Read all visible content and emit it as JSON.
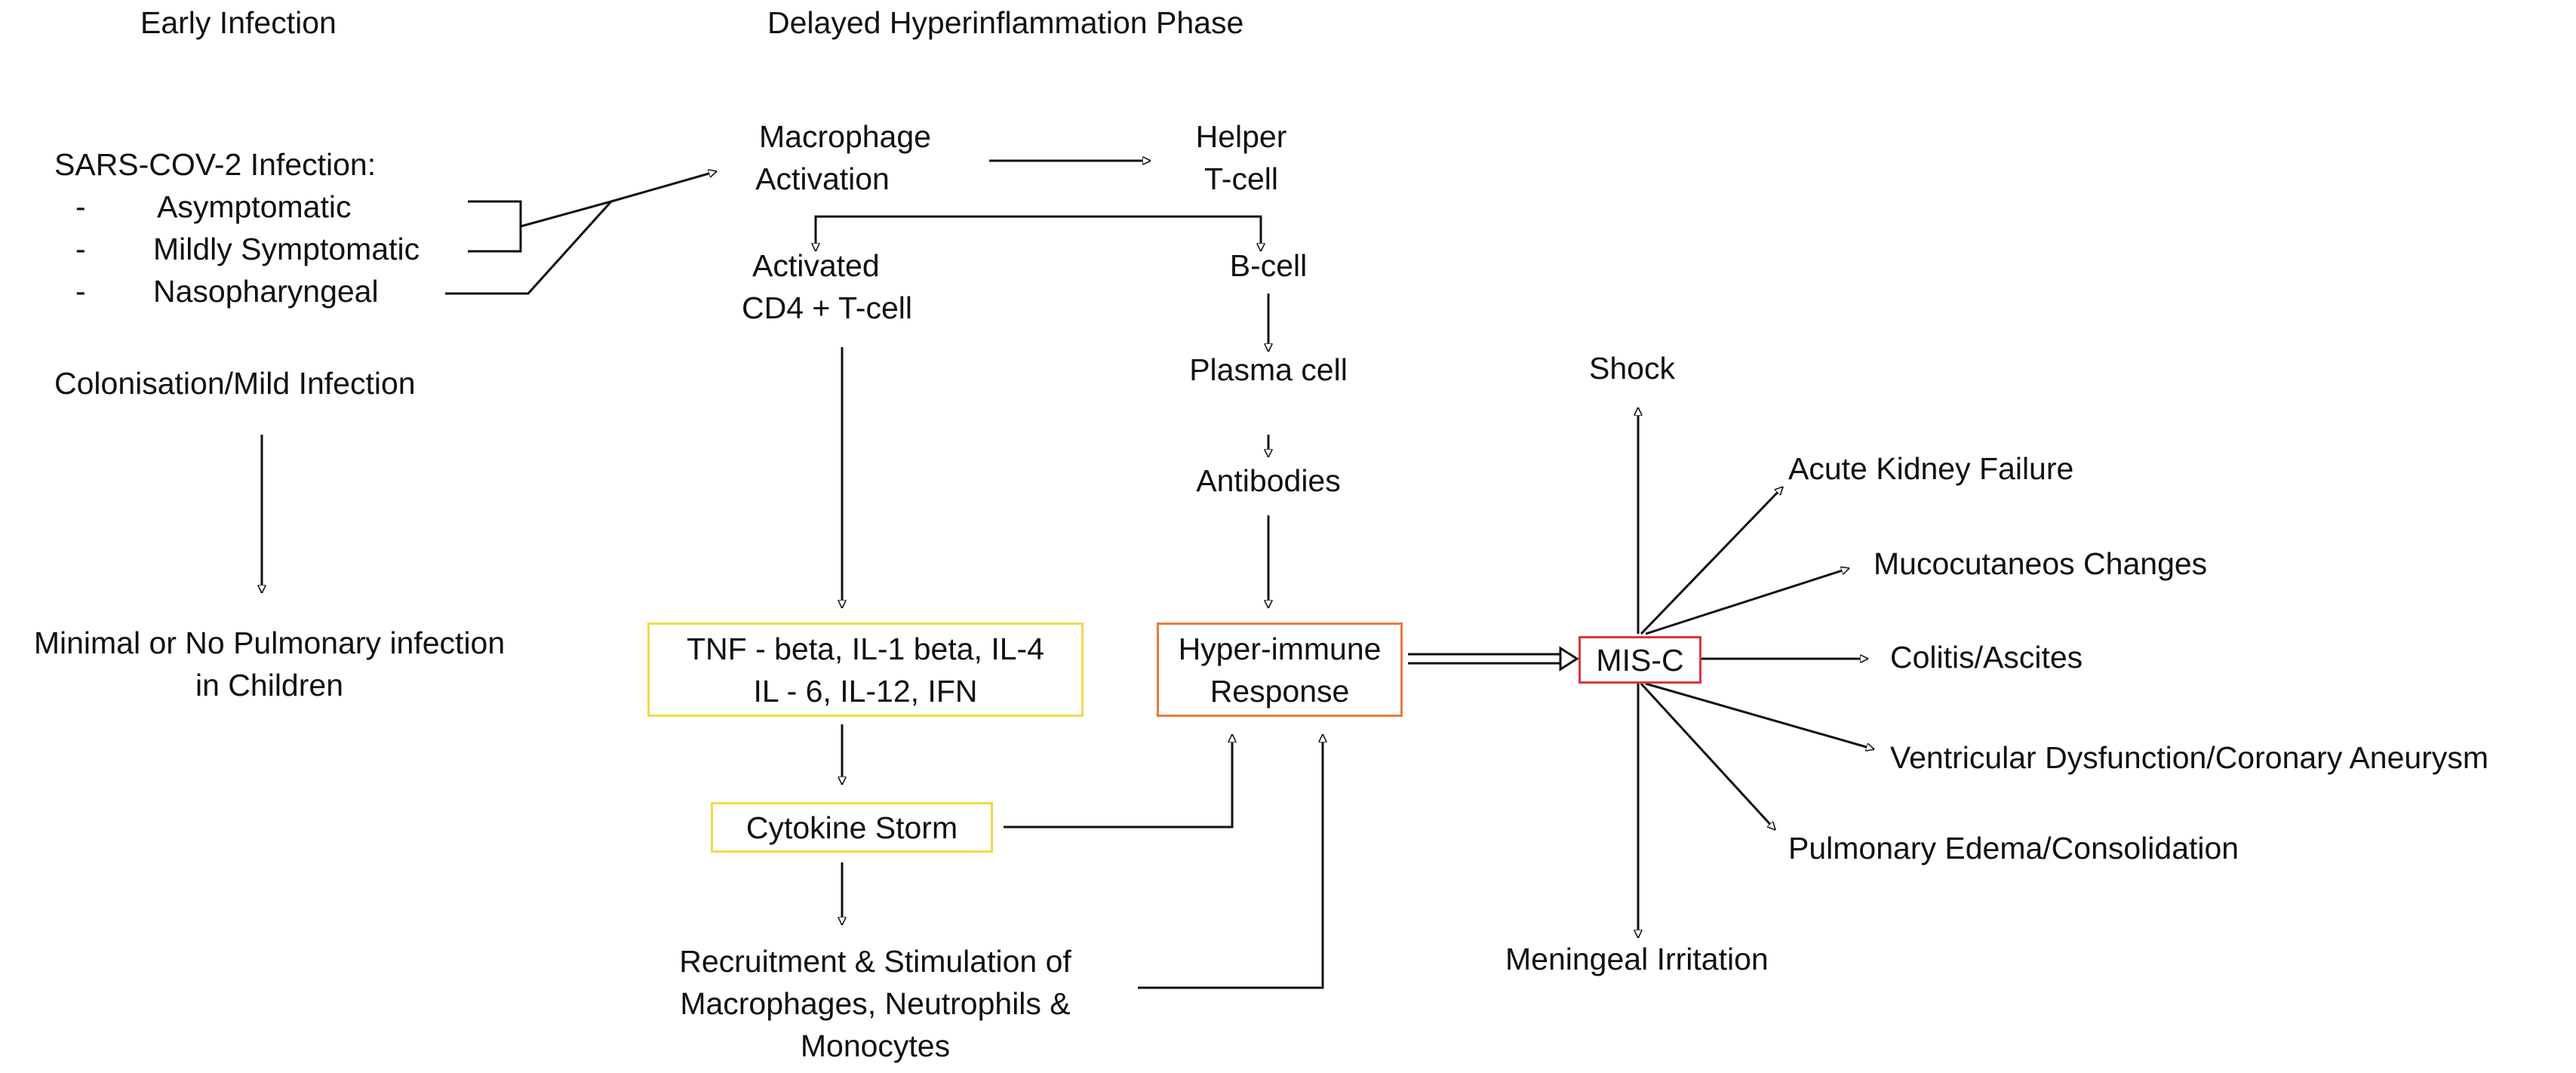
{
  "colors": {
    "line": "#111111",
    "yellow_box": "#f2d94a",
    "orange_box": "#ec7a3b",
    "red_box": "#d8363b"
  },
  "headings": {
    "early": "Early Infection",
    "delayed": "Delayed Hyperinflammation Phase"
  },
  "early": {
    "infection_title": "SARS-COV-2 Infection:",
    "bullet": "-",
    "items": [
      "Asymptomatic",
      "Mildly Symptomatic",
      "Nasopharyngeal"
    ],
    "colonisation": "Colonisation/Mild Infection",
    "outcome_line1": "Minimal or No Pulmonary infection",
    "outcome_line2": "in Children"
  },
  "delayed": {
    "macrophage_line1": "Macrophage",
    "macrophage_line2": "Activation",
    "helper_line1": "Helper",
    "helper_line2": "T-cell",
    "cd4_line1": "Activated",
    "cd4_line2": "CD4 + T-cell",
    "bcell": "B-cell",
    "plasma": "Plasma cell",
    "antibodies": "Antibodies",
    "cytokines_line1": "TNF - beta, IL-1 beta, IL-4",
    "cytokines_line2": "IL - 6, IL-12, IFN",
    "hyper_line1": "Hyper-immune",
    "hyper_line2": "Response",
    "storm": "Cytokine Storm",
    "recruit_line1": "Recruitment & Stimulation of",
    "recruit_line2": "Macrophages, Neutrophils &",
    "recruit_line3": "Monocytes"
  },
  "misc": {
    "center": "MIS-C",
    "outcomes": {
      "shock": "Shock",
      "kidney": "Acute Kidney Failure",
      "mucocutaneous": "Mucocutaneos Changes",
      "colitis": "Colitis/Ascites",
      "ventricular": "Ventricular Dysfunction/Coronary Aneurysm",
      "pulmonary": "Pulmonary Edema/Consolidation",
      "meningeal": "Meningeal Irritation"
    }
  }
}
